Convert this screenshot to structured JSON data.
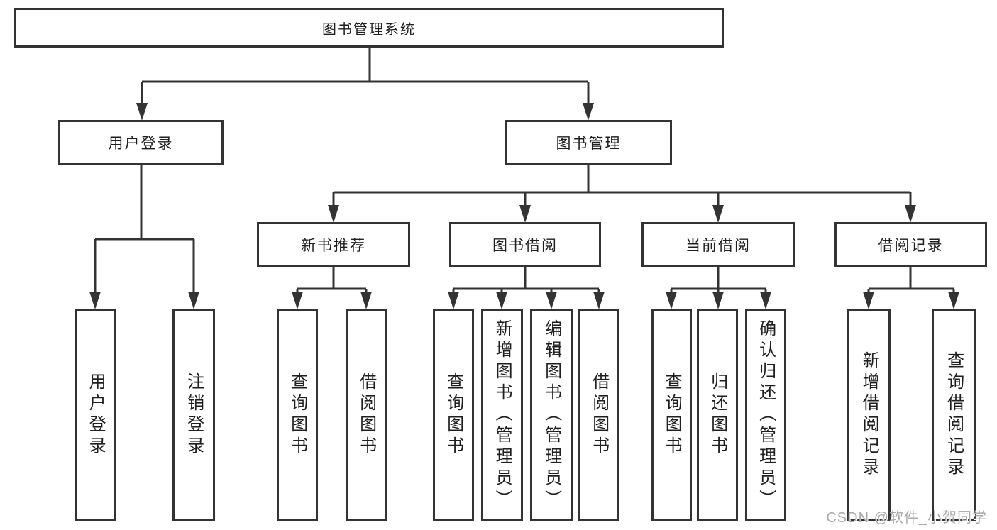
{
  "tree": {
    "label": "图书管理系统",
    "children": [
      {
        "label": "用户登录",
        "children": [
          {
            "label": "用户登录"
          },
          {
            "label": "注销登录"
          }
        ]
      },
      {
        "label": "图书管理",
        "children": [
          {
            "label": "新书推荐",
            "children": [
              {
                "label": "查询图书"
              },
              {
                "label": "借阅图书"
              }
            ]
          },
          {
            "label": "图书借阅",
            "children": [
              {
                "label": "查询图书"
              },
              {
                "label": "新增图书（管理员）"
              },
              {
                "label": "编辑图书（管理员）"
              },
              {
                "label": "借阅图书"
              }
            ]
          },
          {
            "label": "当前借阅",
            "children": [
              {
                "label": "查询图书"
              },
              {
                "label": "归还图书"
              },
              {
                "label": "确认归还（管理员）"
              }
            ]
          },
          {
            "label": "借阅记录",
            "children": [
              {
                "label": "新增借阅记录"
              },
              {
                "label": "查询借阅记录"
              }
            ]
          }
        ]
      }
    ]
  },
  "watermark": "CSDN @软件_小贺同学",
  "colors": {
    "line": "#333333",
    "box_border": "#333333",
    "text": "#1f1f1f",
    "background": "#ffffff",
    "watermark": "#a9a9a9"
  }
}
